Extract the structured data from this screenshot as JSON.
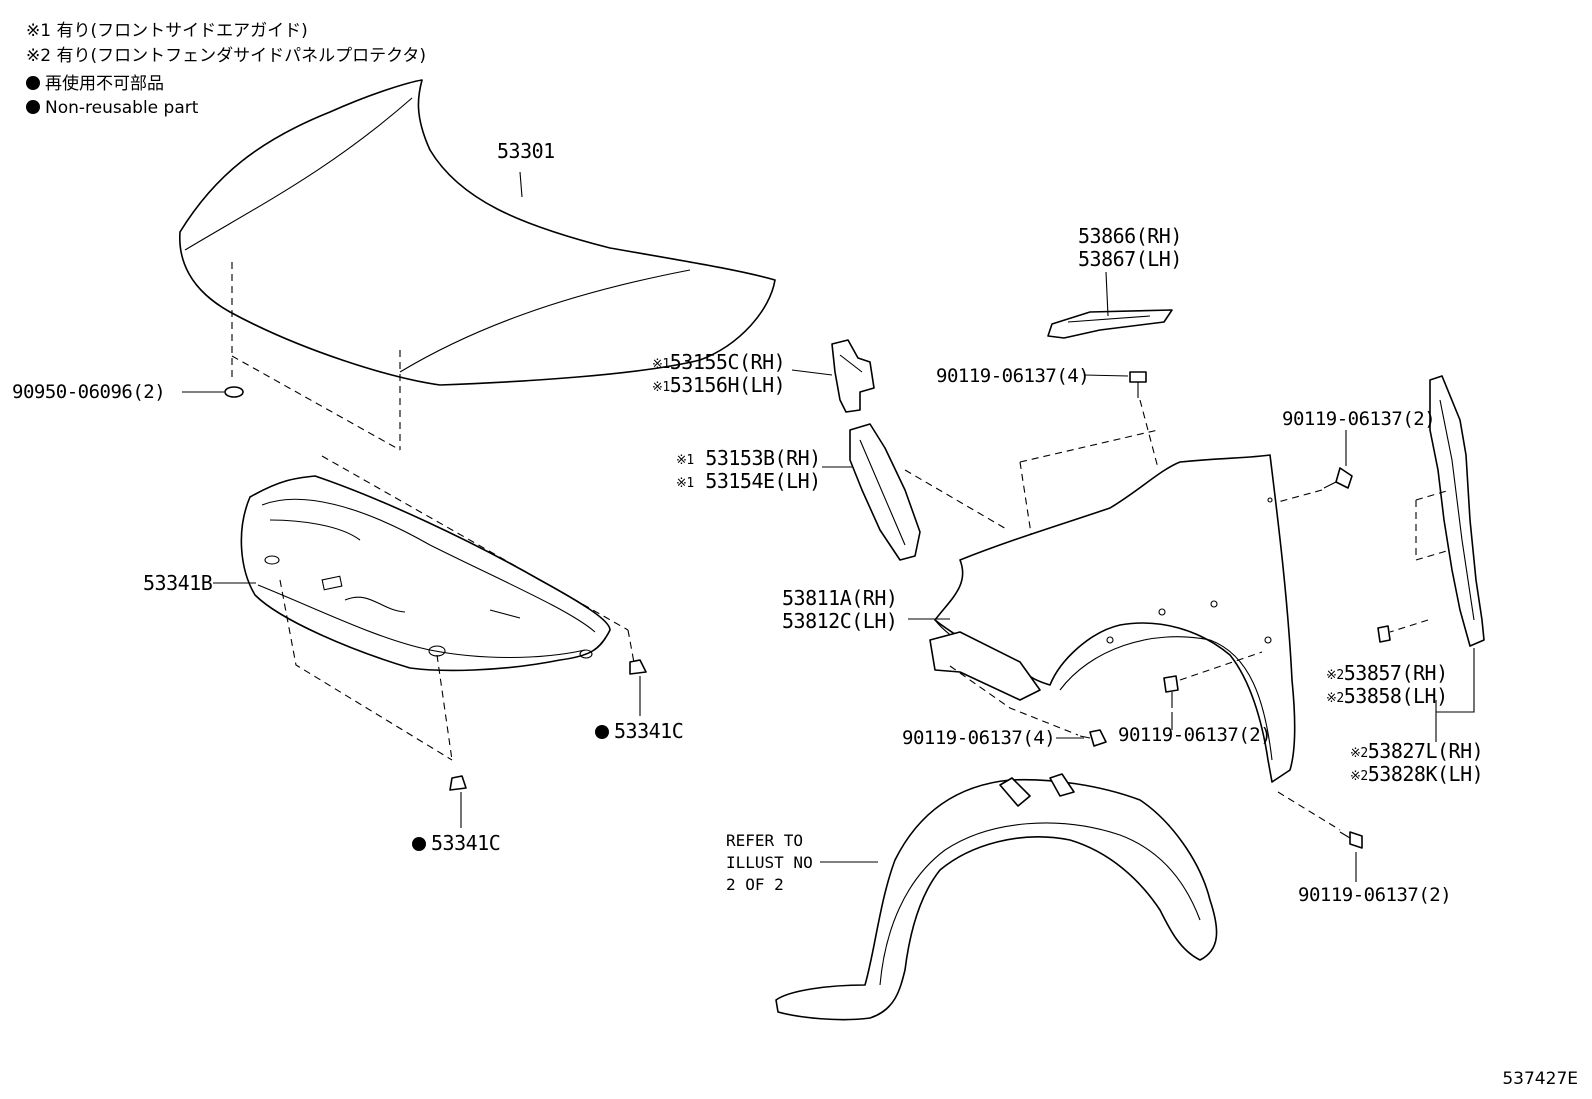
{
  "notes": {
    "note1": "※1 有り(フロントサイドエアガイド)",
    "note2": "※2 有り(フロントフェンダサイドパネルプロテクタ)",
    "legend_jp": "再使用不可部品",
    "legend_en": "Non-reusable part"
  },
  "parts": {
    "hood": "53301",
    "hood_grommet": "90950-06096(2)",
    "hood_insulator": "53341B",
    "clip_upper": "53341C",
    "clip_lower": "53341C",
    "panel_rh": "53866(RH)",
    "panel_lh": "53867(LH)",
    "bolt_top": "90119-06137(4)",
    "guide_upper_mark": "※1",
    "guide_upper_rh": "53155C(RH)",
    "guide_upper_lh": "53156H(LH)",
    "guide_lower_mark": "※1",
    "guide_lower_rh": "53153B(RH)",
    "guide_lower_lh": "53154E(LH)",
    "bolt_rear": "90119-06137(2)",
    "fender_rh": "53811A(RH)",
    "fender_lh": "53812C(LH)",
    "bolt_front": "90119-06137(4)",
    "bolt_arch": "90119-06137(2)",
    "protector_mark": "※2",
    "protector_rh": "53857(RH)",
    "protector_lh": "53858(LH)",
    "seal_mark": "※2",
    "seal_rh": "53827L(RH)",
    "seal_lh": "53828K(LH)",
    "bolt_bottom": "90119-06137(2)"
  },
  "refer": {
    "line1": "REFER TO",
    "line2": "ILLUST NO",
    "line3": "2 OF 2"
  },
  "figure_id": "537427E"
}
